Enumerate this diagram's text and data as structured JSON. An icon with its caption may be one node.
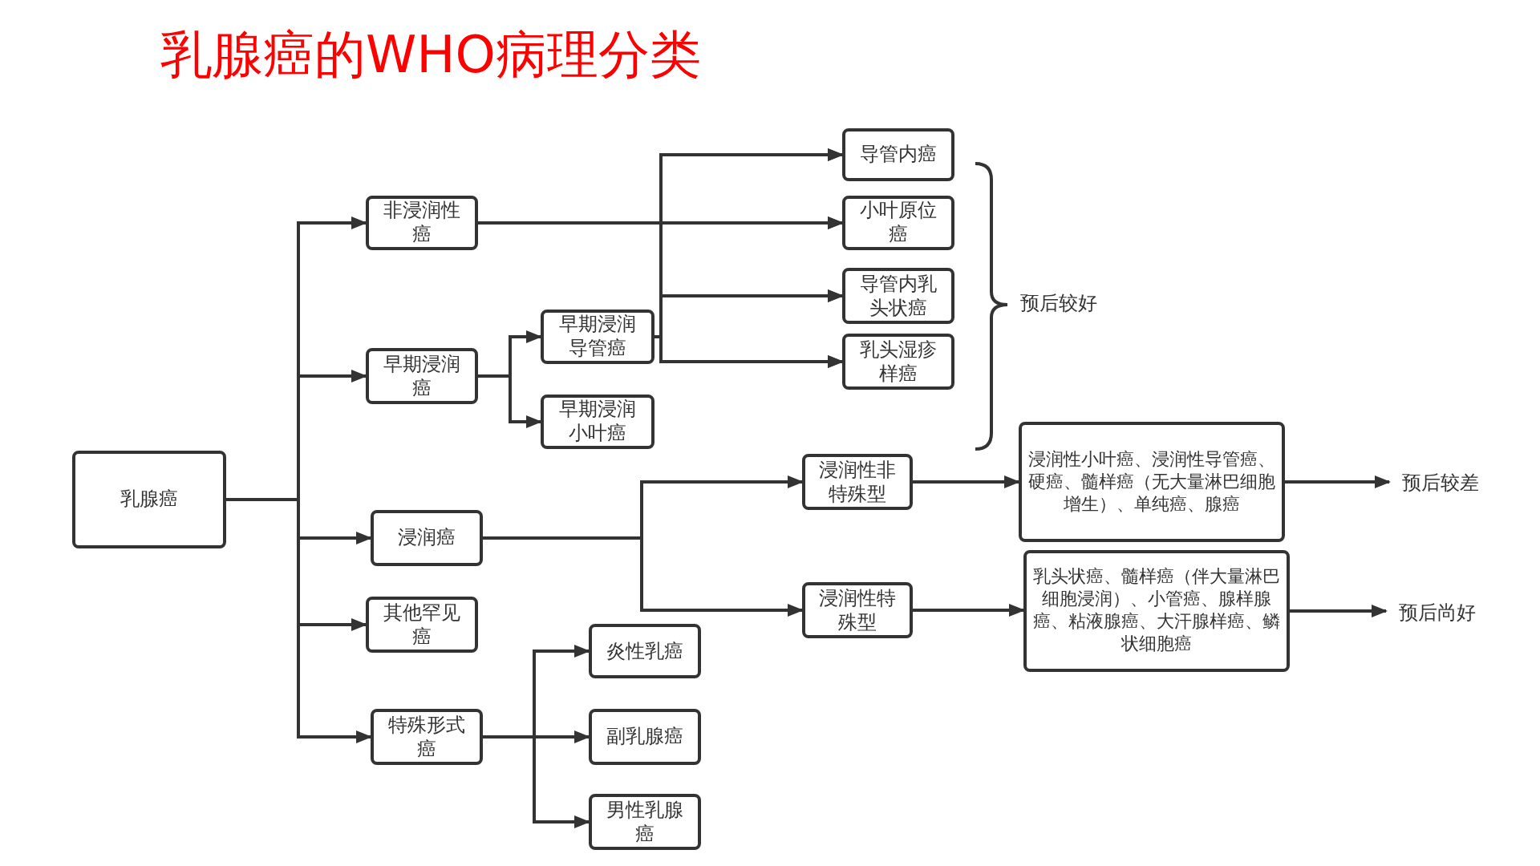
{
  "diagram": {
    "title": "乳腺癌的WHO病理分类",
    "nodes": [
      {
        "text": [
          "乳腺癌"
        ]
      },
      {
        "text": [
          "非浸润性癌"
        ]
      },
      {
        "text": [
          "早期浸润癌"
        ]
      },
      {
        "text": [
          "浸润癌"
        ]
      },
      {
        "text": [
          "其他罕见癌"
        ]
      },
      {
        "text": [
          "特殊形式癌"
        ]
      },
      {
        "text": [
          "早期浸润导管癌"
        ]
      },
      {
        "text": [
          "早期浸润小叶癌"
        ]
      },
      {
        "text": [
          "导管内癌"
        ]
      },
      {
        "text": [
          "小叶原位癌"
        ]
      },
      {
        "text": [
          "导管内乳头状癌"
        ]
      },
      {
        "text": [
          "乳头湿疹样癌"
        ]
      },
      {
        "text": [
          "浸润性非特殊型"
        ]
      },
      {
        "text": [
          "浸润性特殊型"
        ]
      },
      {
        "text": [
          "浸润性小叶癌、浸润性导管癌、硬癌、髓样癌（无大量淋巴细胞增生）、单纯癌、腺癌"
        ]
      },
      {
        "text": [
          "乳头状癌、髓样癌（伴大量淋巴细胞浸润）、小管癌、腺样腺癌、粘液腺癌、大汗腺样癌、鳞状细胞癌"
        ]
      },
      {
        "text": [
          "预后较差"
        ]
      },
      {
        "text": [
          "预后尚好"
        ]
      },
      {
        "text": [
          "炎性乳癌"
        ]
      },
      {
        "text": [
          "副乳腺癌"
        ]
      },
      {
        "text": [
          "男性乳腺癌"
        ]
      }
    ],
    "edges": [
      {
        "from": 0,
        "to": 1,
        "arrow": "to"
      },
      {
        "from": 0,
        "to": 2,
        "arrow": "to"
      },
      {
        "from": 0,
        "to": 3,
        "arrow": "to"
      },
      {
        "from": 0,
        "to": 4,
        "arrow": "to"
      },
      {
        "from": 0,
        "to": 5,
        "arrow": "to"
      },
      {
        "from": 1,
        "to": 8,
        "arrow": "to"
      },
      {
        "from": 1,
        "to": 9,
        "arrow": "to"
      },
      {
        "from": 1,
        "to": 10,
        "arrow": "to"
      },
      {
        "from": 1,
        "to": 11,
        "arrow": "to"
      },
      {
        "from": 2,
        "to": 6,
        "arrow": "to"
      },
      {
        "from": 2,
        "to": 7,
        "arrow": "to"
      },
      {
        "from": 6,
        "to": 8,
        "arrow": "to"
      },
      {
        "from": 6,
        "to": 9,
        "arrow": "to"
      },
      {
        "from": 6,
        "to": 10,
        "arrow": "to"
      },
      {
        "from": 6,
        "to": 11,
        "arrow": "to"
      },
      {
        "from": 3,
        "to": 12,
        "arrow": "to"
      },
      {
        "from": 3,
        "to": 13,
        "arrow": "to"
      },
      {
        "from": 12,
        "to": 14,
        "arrow": "to"
      },
      {
        "from": 13,
        "to": 15,
        "arrow": "to"
      },
      {
        "from": 14,
        "to": 16,
        "arrow": "to"
      },
      {
        "from": 15,
        "to": 17,
        "arrow": "to"
      },
      {
        "from": 5,
        "to": 18,
        "arrow": "to"
      },
      {
        "from": 5,
        "to": 19,
        "arrow": "to"
      },
      {
        "from": 5,
        "to": 20,
        "arrow": "to"
      }
    ],
    "labels": [
      "预后较好"
    ]
  }
}
